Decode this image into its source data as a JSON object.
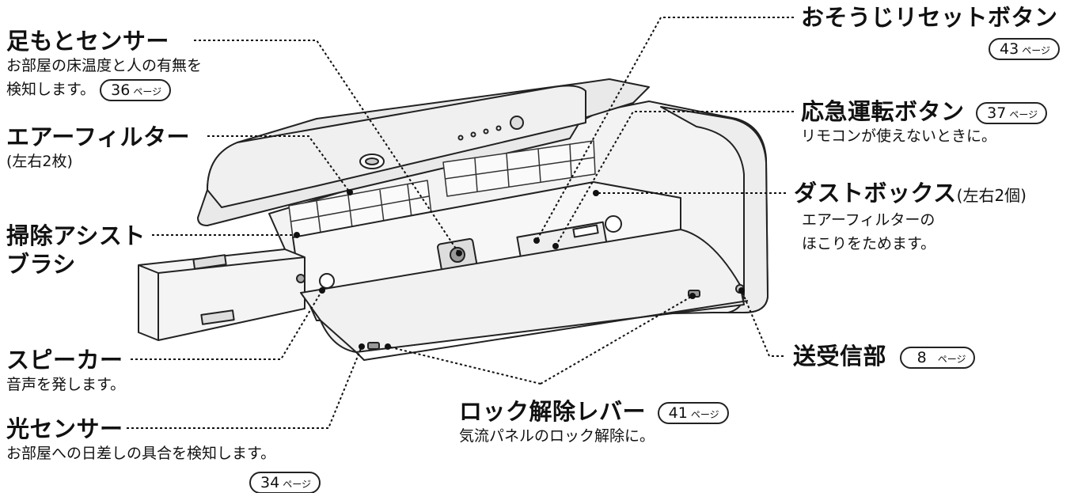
{
  "page_suffix": "ページ",
  "labels": {
    "foot_sensor": {
      "title": "足もとセンサー",
      "desc1": "お部屋の床温度と人の有無を",
      "desc2": "検知します。",
      "page": "36"
    },
    "air_filter": {
      "title": "エアーフィルター",
      "desc": "(左右2枚)"
    },
    "brush": {
      "title1": "掃除アシスト",
      "title2": "ブラシ"
    },
    "speaker": {
      "title": "スピーカー",
      "desc": "音声を発します。"
    },
    "light_sensor": {
      "title": "光センサー",
      "desc": "お部屋への日差しの具合を検知します。",
      "page": "34"
    },
    "reset_button": {
      "title": "おそうじリセットボタン",
      "page": "43"
    },
    "emergency_button": {
      "title": "応急運転ボタン",
      "desc": "リモコンが使えないときに。",
      "page": "37"
    },
    "dust_box": {
      "title": "ダストボックス",
      "title_note": "(左右2個)",
      "desc1": "エアーフィルターの",
      "desc2": "ほこりをためます。"
    },
    "receiver": {
      "title": "送受信部",
      "page": "8"
    },
    "lock_lever": {
      "title": "ロック解除レバー",
      "desc": "気流パネルのロック解除に。",
      "page": "41"
    }
  },
  "colors": {
    "ink": "#111111",
    "body": "#ffffff",
    "shade": "#e6e6e6",
    "dark": "#bdbdbd"
  }
}
